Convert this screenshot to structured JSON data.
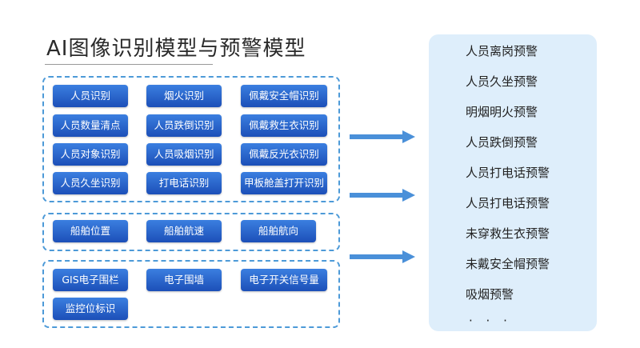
{
  "title": "AI图像识别模型与预警模型",
  "groups": [
    {
      "chips": [
        "人员识别",
        "烟火识别",
        "佩戴安全帽识别",
        "人员数量清点",
        "人员跌倒识别",
        "佩戴救生衣识别",
        "人员对象识别",
        "人员吸烟识别",
        "佩戴反光衣识别",
        "人员久坐识别",
        "打电话识别",
        "甲板舱盖打开识别"
      ]
    },
    {
      "chips": [
        "船舶位置",
        "船舶航速",
        "船舶航向"
      ]
    },
    {
      "chips": [
        "GIS电子围栏",
        "电子围墙",
        "电子开关信号量",
        "监控位标识"
      ]
    }
  ],
  "warnings": [
    "人员离岗预警",
    "人员久坐预警",
    "明烟明火预警",
    "人员跌倒预警",
    "人员打电话预警",
    "人员打电话预警",
    "未穿救生衣预警",
    "未戴安全帽预警",
    "吸烟预警"
  ],
  "ellipsis": "· · ·",
  "colors": {
    "chip_top": "#3b7fe0",
    "chip_bottom": "#1c4fb8",
    "dashed_border": "#4d9ad8",
    "arrow": "#4a90d9",
    "panel_bg": "#deeefb"
  }
}
